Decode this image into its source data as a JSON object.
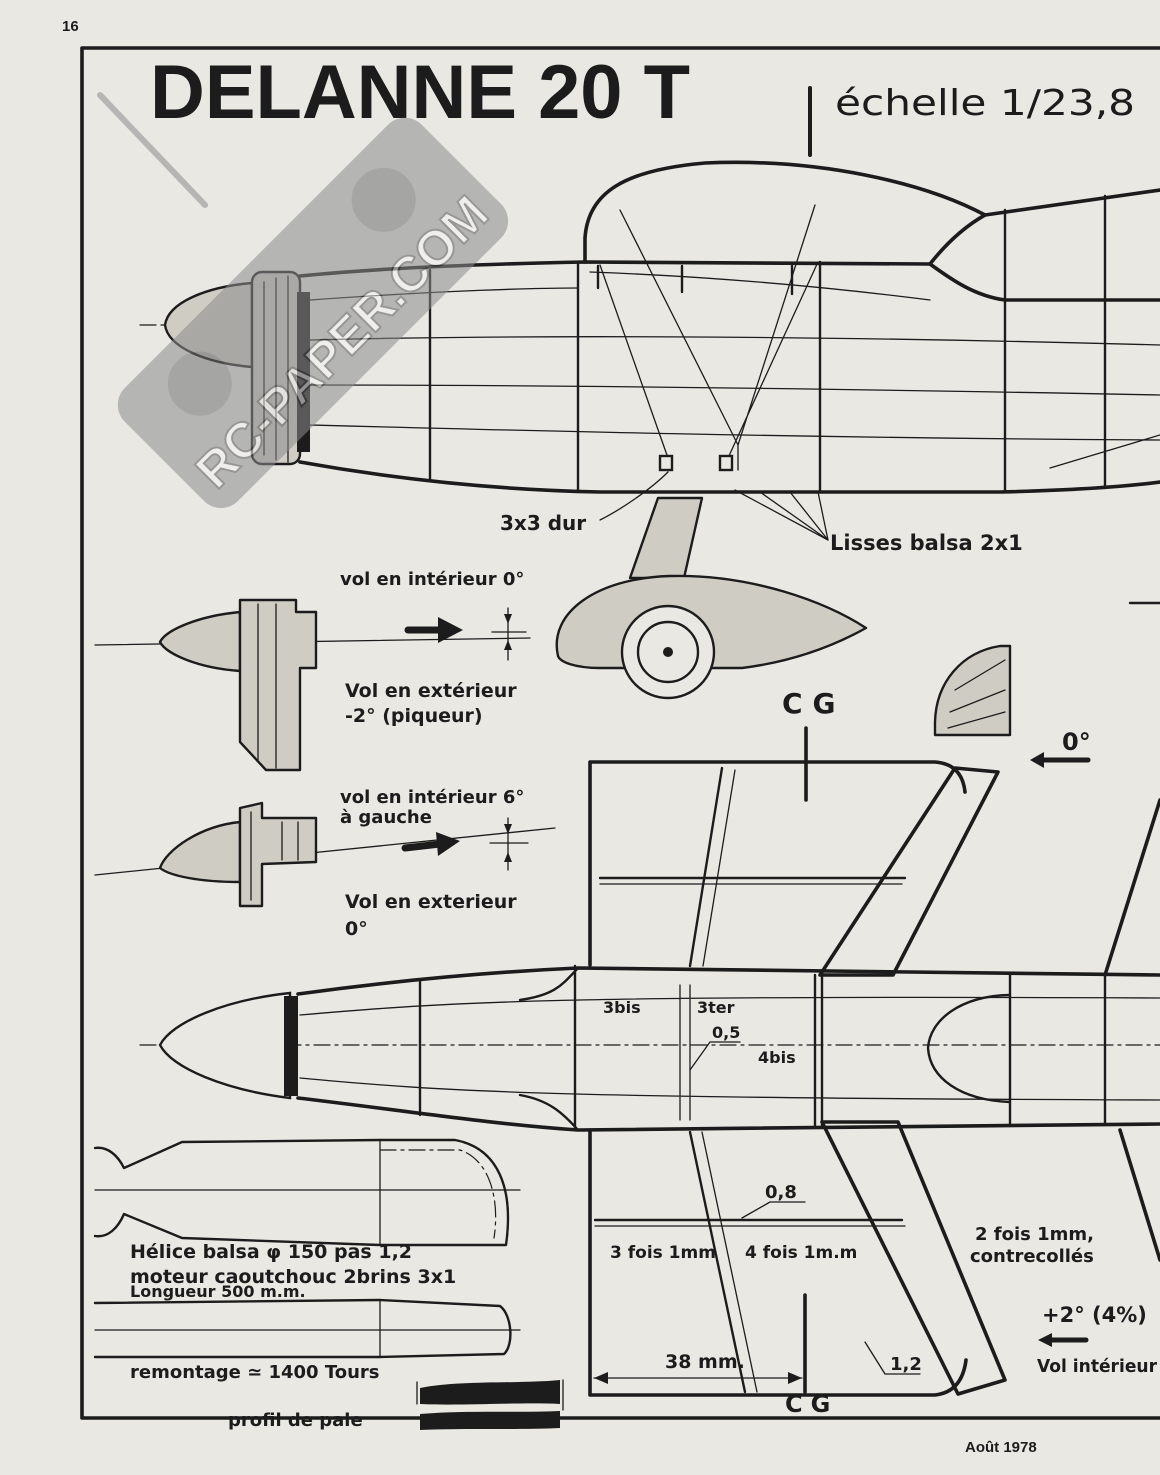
{
  "page": {
    "number": "16",
    "footer_date": "Août 1978"
  },
  "plan": {
    "title": "DELANNE 20 T",
    "scale": "échelle 1/23,8"
  },
  "watermark": {
    "text": "RC-PAPER.COM"
  },
  "side_view": {
    "stringer_note": "3x3 dur",
    "lisses_note": "Lisses balsa 2x1"
  },
  "thrust_diagrams": {
    "inside_0_line1": "vol en intérieur 0°",
    "outside_line1": "Vol en extérieur",
    "outside_line2": "-2° (piqueur)",
    "inside_6_line1": "vol en intérieur 6°",
    "inside_6_line2": "à gauche",
    "outside_0_line1": "Vol en exterieur",
    "outside_0_line2": "0°"
  },
  "center_of_gravity": {
    "label_top": "CG",
    "label_bottom": "CG",
    "distance": "38 mm."
  },
  "fin": {
    "angle": "0°"
  },
  "top_view": {
    "former_3bis": "3bis",
    "former_3ter": "3ter",
    "spacing": "0,5",
    "former_4bis": "4bis"
  },
  "wing": {
    "spar": "0,8",
    "ribs_3": "3 fois 1mm",
    "ribs_4": "4 fois 1m.m",
    "trailing_edge": "1,2",
    "tip_line1": "2 fois 1mm,",
    "tip_line2": "contrecollés"
  },
  "incidence": {
    "angle": "+2° (4%)",
    "label": "Vol intérieur"
  },
  "propeller": {
    "spec_line1": "Hélice balsa φ 150 pas 1,2",
    "spec_line2": "moteur caoutchouc 2brins 3x1",
    "spec_line3": "Longueur 500 m.m.",
    "winding": "remontage ≃ 1400 Tours",
    "blade_profile": "profil de pale"
  },
  "colors": {
    "paper": "#e9e8e3",
    "ink": "#1c1c1c",
    "wood": "#cfccc4",
    "watermark": "#8c8c8c"
  }
}
